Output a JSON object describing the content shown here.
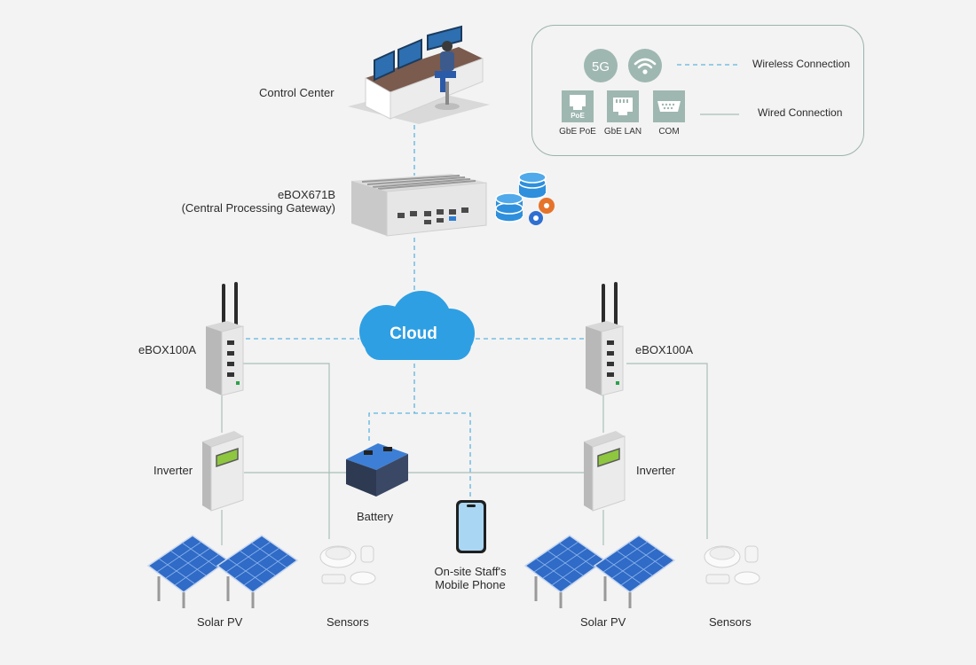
{
  "labels": {
    "control_center": "Control Center",
    "gateway_name": "eBOX671B",
    "gateway_desc": "(Central Processing Gateway)",
    "cloud": "Cloud",
    "ebox_left": "eBOX100A",
    "ebox_right": "eBOX100A",
    "inverter_left": "Inverter",
    "inverter_right": "Inverter",
    "battery": "Battery",
    "phone_line1": "On-site Staff's",
    "phone_line2": "Mobile Phone",
    "solar_left": "Solar PV",
    "solar_right": "Solar PV",
    "sensors_left": "Sensors",
    "sensors_right": "Sensors"
  },
  "legend": {
    "wireless": "Wireless Connection",
    "wired": "Wired Connection",
    "icon_5g": "5G",
    "poe_badge": "PoE",
    "gbe_poe": "GbE PoE",
    "gbe_lan": "GbE LAN",
    "com": "COM"
  },
  "colors": {
    "wireless_line": "#5fb4e0",
    "wired_line": "#a9bfb9",
    "cloud": "#2f9fe3",
    "legend_border": "#9bb3ad"
  }
}
